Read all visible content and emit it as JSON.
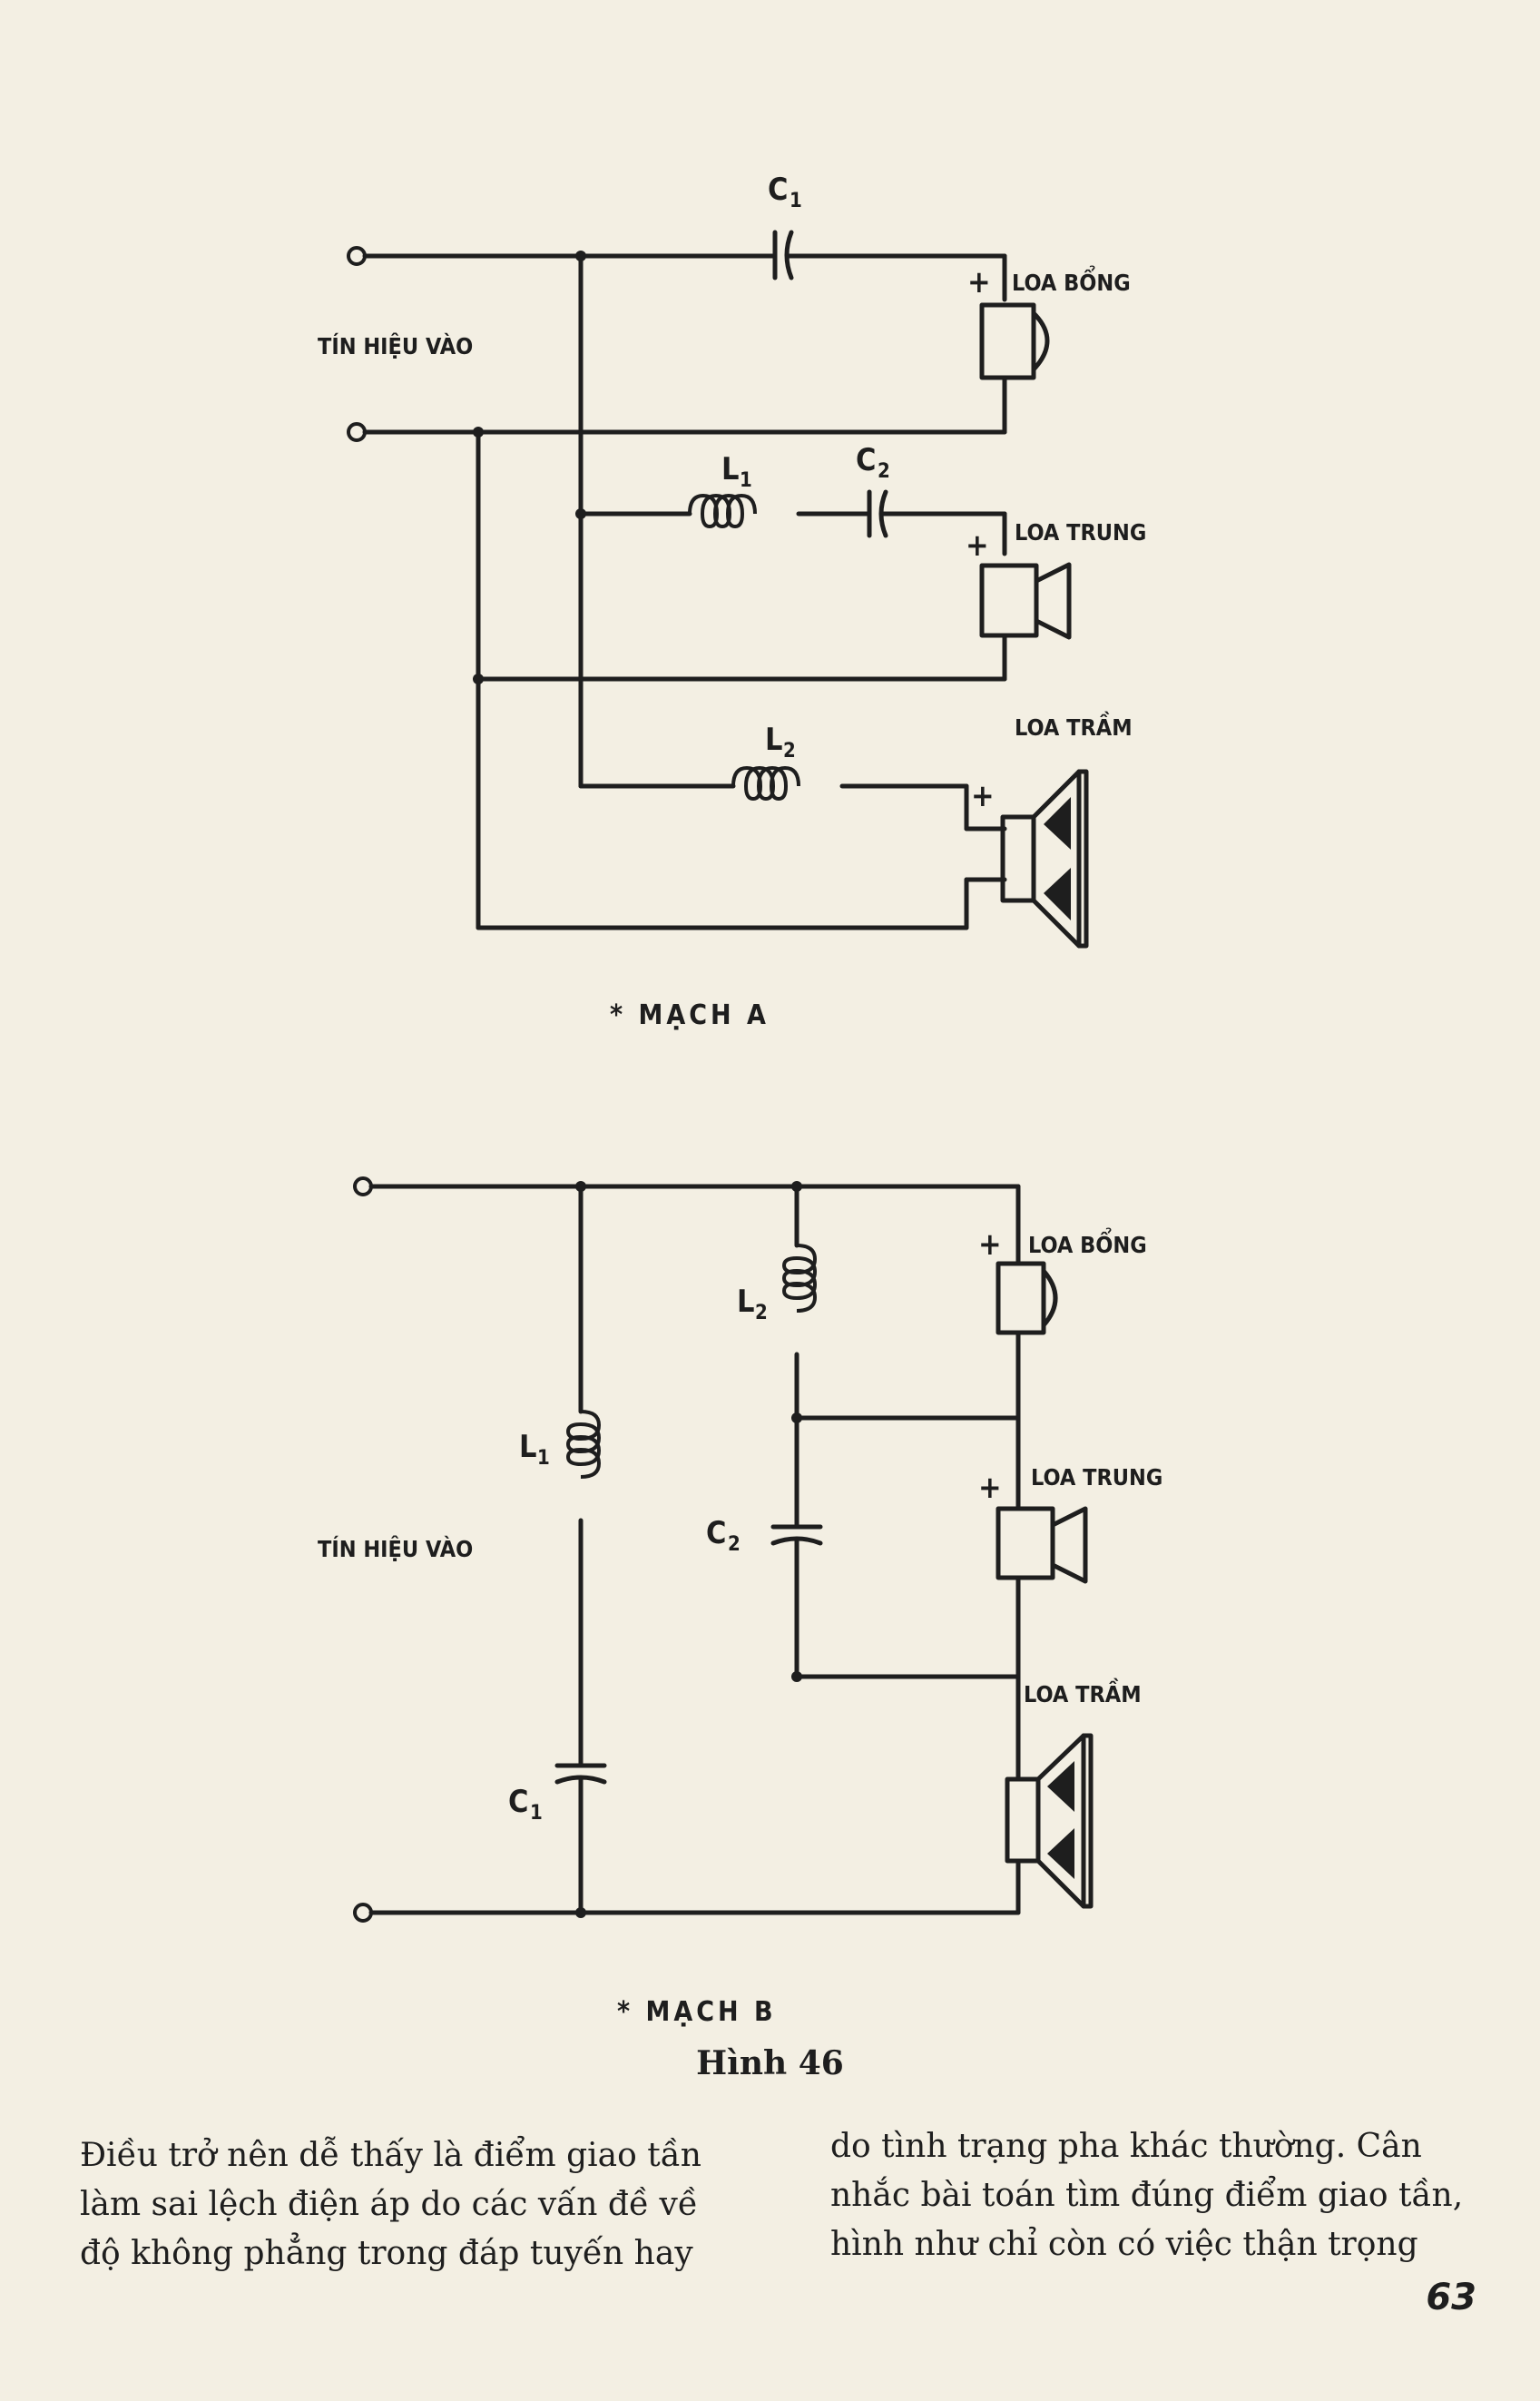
{
  "circuit_a": {
    "title": "* MẠCH A",
    "input_label": "TÍN HIỆU VÀO",
    "c1": "C",
    "c1_sub": "1",
    "c2": "C",
    "c2_sub": "2",
    "l1": "L",
    "l1_sub": "1",
    "l2": "L",
    "l2_sub": "2",
    "tweeter": "LOA BỔNG",
    "mid": "LOA TRUNG",
    "woofer": "LOA TRẦM",
    "plus": "+"
  },
  "circuit_b": {
    "title": "* MẠCH B",
    "input_label": "TÍN HIỆU VÀO",
    "c1": "C",
    "c1_sub": "1",
    "c2": "C",
    "c2_sub": "2",
    "l1": "L",
    "l1_sub": "1",
    "l2": "L",
    "l2_sub": "2",
    "tweeter": "LOA BỔNG",
    "mid": "LOA TRUNG",
    "woofer": "LOA TRẦM",
    "plus": "+"
  },
  "figure_caption": "Hình 46",
  "text_left": [
    "Điều trở nên dễ thấy là điểm giao tần",
    "làm sai lệch điện áp do các vấn đề về",
    "độ không phẳng trong đáp tuyến hay"
  ],
  "text_right": [
    "do tình trạng pha khác thường. Cân",
    "nhắc bài toán tìm đúng điểm giao tần,",
    "hình như chỉ còn có việc thận trọng"
  ],
  "page_number": "63"
}
